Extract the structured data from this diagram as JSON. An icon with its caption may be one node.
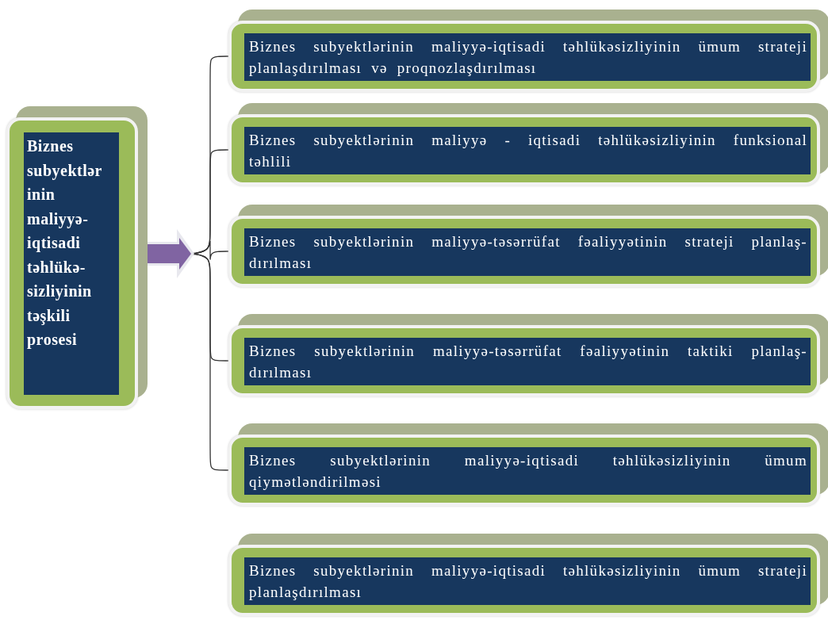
{
  "diagram": {
    "nodes": [
      {
        "text": [
          "Biznes subyektlər inin maliyyə-iqtisadi təhlükə-sizliyinin təşkili prosesi"
        ]
      },
      {
        "text": [
          "Biznes subyektlərinin maliyyə-iqtisadi təhlükəsizliyinin ümum strateji planlaşdırılması və proqnozlaşdırılması"
        ]
      },
      {
        "text": [
          "Biznes subyektlərinin maliyyə - iqtisadi  təhlükəsizliyinin funksional təhlili"
        ]
      },
      {
        "text": [
          "Biznes subyektlərinin maliyyə-təsərrüfat fəaliyyətinin strateji planlaş-dırılması"
        ]
      },
      {
        "text": [
          "Biznes subyektlərinin maliyyə-təsərrüfat fəaliyyətinin taktiki planlaş-dırılması"
        ]
      },
      {
        "text": [
          "Biznes subyektlərinin maliyyə-iqtisadi təhlükəsizliyinin ümum qiymətləndirilməsi"
        ]
      },
      {
        "text": [
          "Biznes subyektlərinin  maliyyə-iqtisadi  təhlükəsizliyinin ümum strateji planlaşdırılması"
        ]
      }
    ],
    "edges": [
      {
        "from": 0,
        "to": 1,
        "arrow": "none"
      },
      {
        "from": 0,
        "to": 2,
        "arrow": "none"
      },
      {
        "from": 0,
        "to": 3,
        "arrow": "none"
      },
      {
        "from": 0,
        "to": 4,
        "arrow": "none"
      },
      {
        "from": 0,
        "to": 5,
        "arrow": "none"
      }
    ]
  }
}
